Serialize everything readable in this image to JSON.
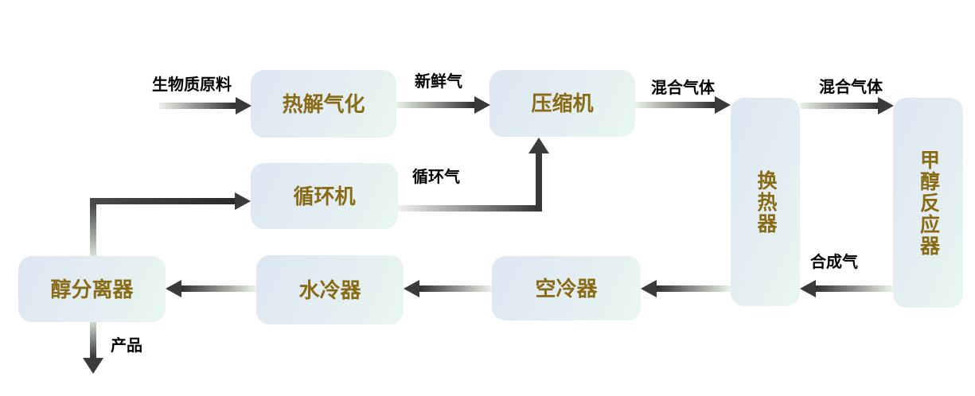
{
  "diagram": {
    "background_color": "#ffffff",
    "boxes": {
      "pyrolysis": {
        "label": "热解气化"
      },
      "compressor": {
        "label": "压缩机"
      },
      "heat_exchanger": {
        "label": "换热器"
      },
      "methanol_reactor": {
        "label": "甲醇反应器"
      },
      "circulator": {
        "label": "循环机"
      },
      "air_cooler": {
        "label": "空冷器"
      },
      "water_cooler": {
        "label": "水冷器"
      },
      "separator": {
        "label": "醇分离器"
      }
    },
    "flow_labels": {
      "biomass_feed": "生物质原料",
      "fresh_gas": "新鲜气",
      "mixed_gas_top": "混合气体",
      "mixed_gas_right": "混合气体",
      "recycle_gas": "循环气",
      "syngas": "合成气",
      "product": "产品"
    },
    "edges": [
      {
        "from": "feed_input",
        "to": "pyrolysis",
        "label": "生物质原料"
      },
      {
        "from": "pyrolysis",
        "to": "compressor",
        "label": "新鲜气"
      },
      {
        "from": "compressor",
        "to": "heat_exchanger",
        "label": "混合气体"
      },
      {
        "from": "heat_exchanger",
        "to": "methanol_reactor",
        "label": "混合气体"
      },
      {
        "from": "circulator",
        "to": "compressor",
        "label": "循环气"
      },
      {
        "from": "methanol_reactor",
        "to": "heat_exchanger",
        "label": "合成气"
      },
      {
        "from": "heat_exchanger",
        "to": "air_cooler",
        "label": ""
      },
      {
        "from": "air_cooler",
        "to": "water_cooler",
        "label": ""
      },
      {
        "from": "water_cooler",
        "to": "separator",
        "label": ""
      },
      {
        "from": "separator",
        "to": "circulator",
        "label": ""
      },
      {
        "from": "separator",
        "to": "product_output",
        "label": "产品"
      }
    ],
    "colors": {
      "box_gradient_start": "#dce7f3",
      "box_gradient_end": "#e9f7ef",
      "box_text": "#8a6b15",
      "flow_label_text": "#000000",
      "arrow_head": "#3a3a3a",
      "arrow_tail_light": "#eef2ec"
    }
  }
}
